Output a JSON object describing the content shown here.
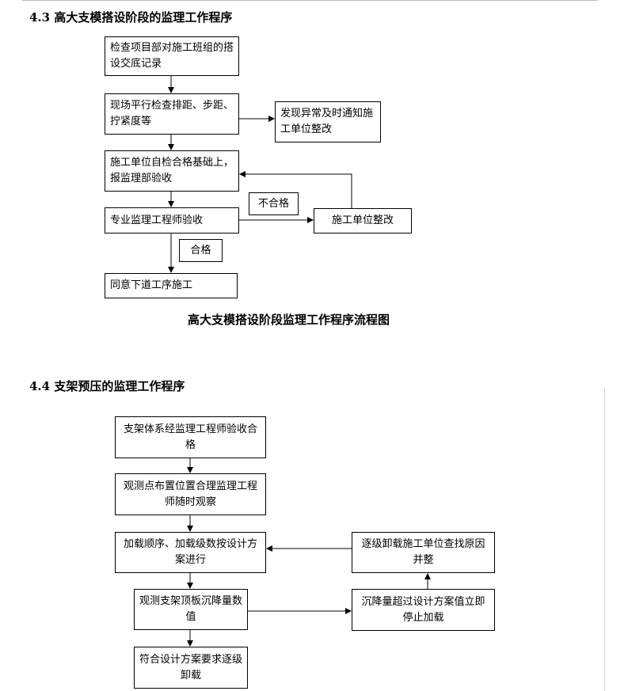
{
  "section1": {
    "heading": "4.3 高大支模搭设阶段的监理工作程序",
    "boxes": {
      "b1": "检查项目部对施工班组的搭设交底记录",
      "b2": "现场平行检查排距、步距、拧紧度等",
      "b3": "发现异常及时通知施工单位整改",
      "b4": "施工单位自检合格基础上，报监理部验收",
      "b5": "专业监理工程师验收",
      "b6": "施工单位整改",
      "b7": "同意下道工序施工"
    },
    "labels": {
      "fail": "不合格",
      "pass": "合格"
    },
    "caption": "高大支模搭设阶段监理工作程序流程图"
  },
  "section2": {
    "heading": "4.4 支架预压的监理工作程序",
    "boxes": {
      "c1": "支架体系经监理工程师验收合格",
      "c2": "观测点布置位置合理监理工程师随时观察",
      "c3": "加载顺序、加载级数按设计方案进行",
      "c4": "逐级卸载施工单位查找原因并整",
      "c5": "观测支架顶板沉降量数值",
      "c6": "沉降量超过设计方案值立即停止加载",
      "c7": "符合设计方案要求逐级卸载"
    }
  }
}
